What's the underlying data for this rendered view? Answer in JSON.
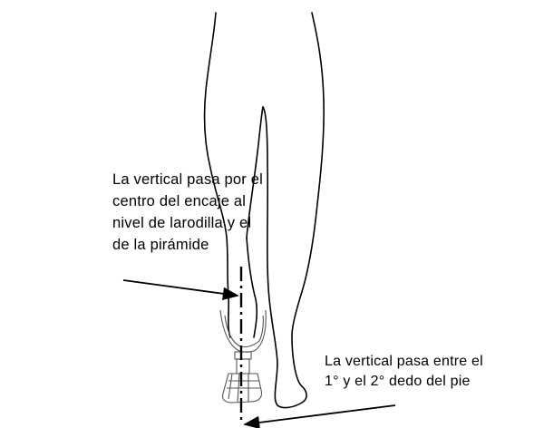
{
  "annotations": {
    "socket_note": {
      "lines": [
        "La vertical pasa por el",
        "centro del encaje al",
        "nivel de larodilla y el",
        "de la pirámide"
      ]
    },
    "foot_note": {
      "lines": [
        "La vertical pasa entre el",
        "1° y el 2° dedo del pie"
      ]
    }
  },
  "colors": {
    "ink": "#000000",
    "background": "#ffffff",
    "prosthesis_line": "#555555"
  }
}
